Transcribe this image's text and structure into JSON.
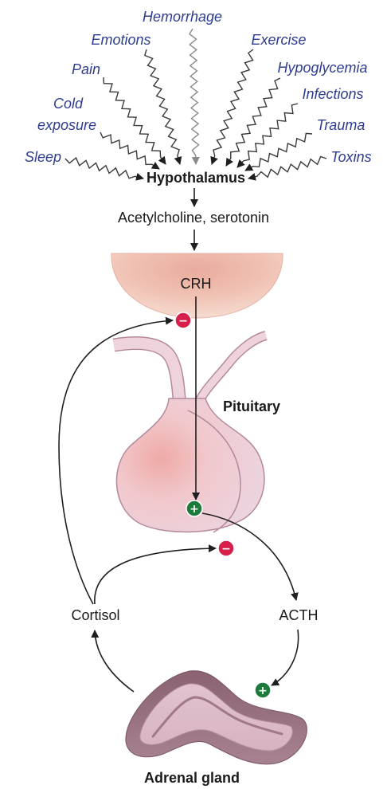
{
  "stressors": [
    {
      "lines": [
        "Hemorrhage"
      ]
    },
    {
      "lines": [
        "Emotions"
      ]
    },
    {
      "lines": [
        "Exercise"
      ]
    },
    {
      "lines": [
        "Pain"
      ]
    },
    {
      "lines": [
        "Hypoglycemia"
      ]
    },
    {
      "lines": [
        "Cold",
        "exposure"
      ]
    },
    {
      "lines": [
        "Infections"
      ]
    },
    {
      "lines": [
        "Trauma"
      ]
    },
    {
      "lines": [
        "Sleep"
      ]
    },
    {
      "lines": [
        "Toxins"
      ]
    }
  ],
  "labels": {
    "hypothalamus": "Hypothalamus",
    "neurotransmitters": "Acetylcholine, serotonin",
    "crh": "CRH",
    "pituitary": "Pituitary",
    "acth": "ACTH",
    "cortisol": "Cortisol",
    "adrenal_gland": "Adrenal gland"
  },
  "feedback_signs": {
    "negative": "−",
    "positive": "+"
  },
  "colors": {
    "stressor_text": "#2e3c8f",
    "label_text": "#1a1a1a",
    "negative_feedback": "#d61f4b",
    "positive_feedback": "#1c7a3a",
    "hypothalamus": "#f0c2b4",
    "pituitary": "#ecd0dc",
    "adrenal_cortex": "#9a7080"
  }
}
